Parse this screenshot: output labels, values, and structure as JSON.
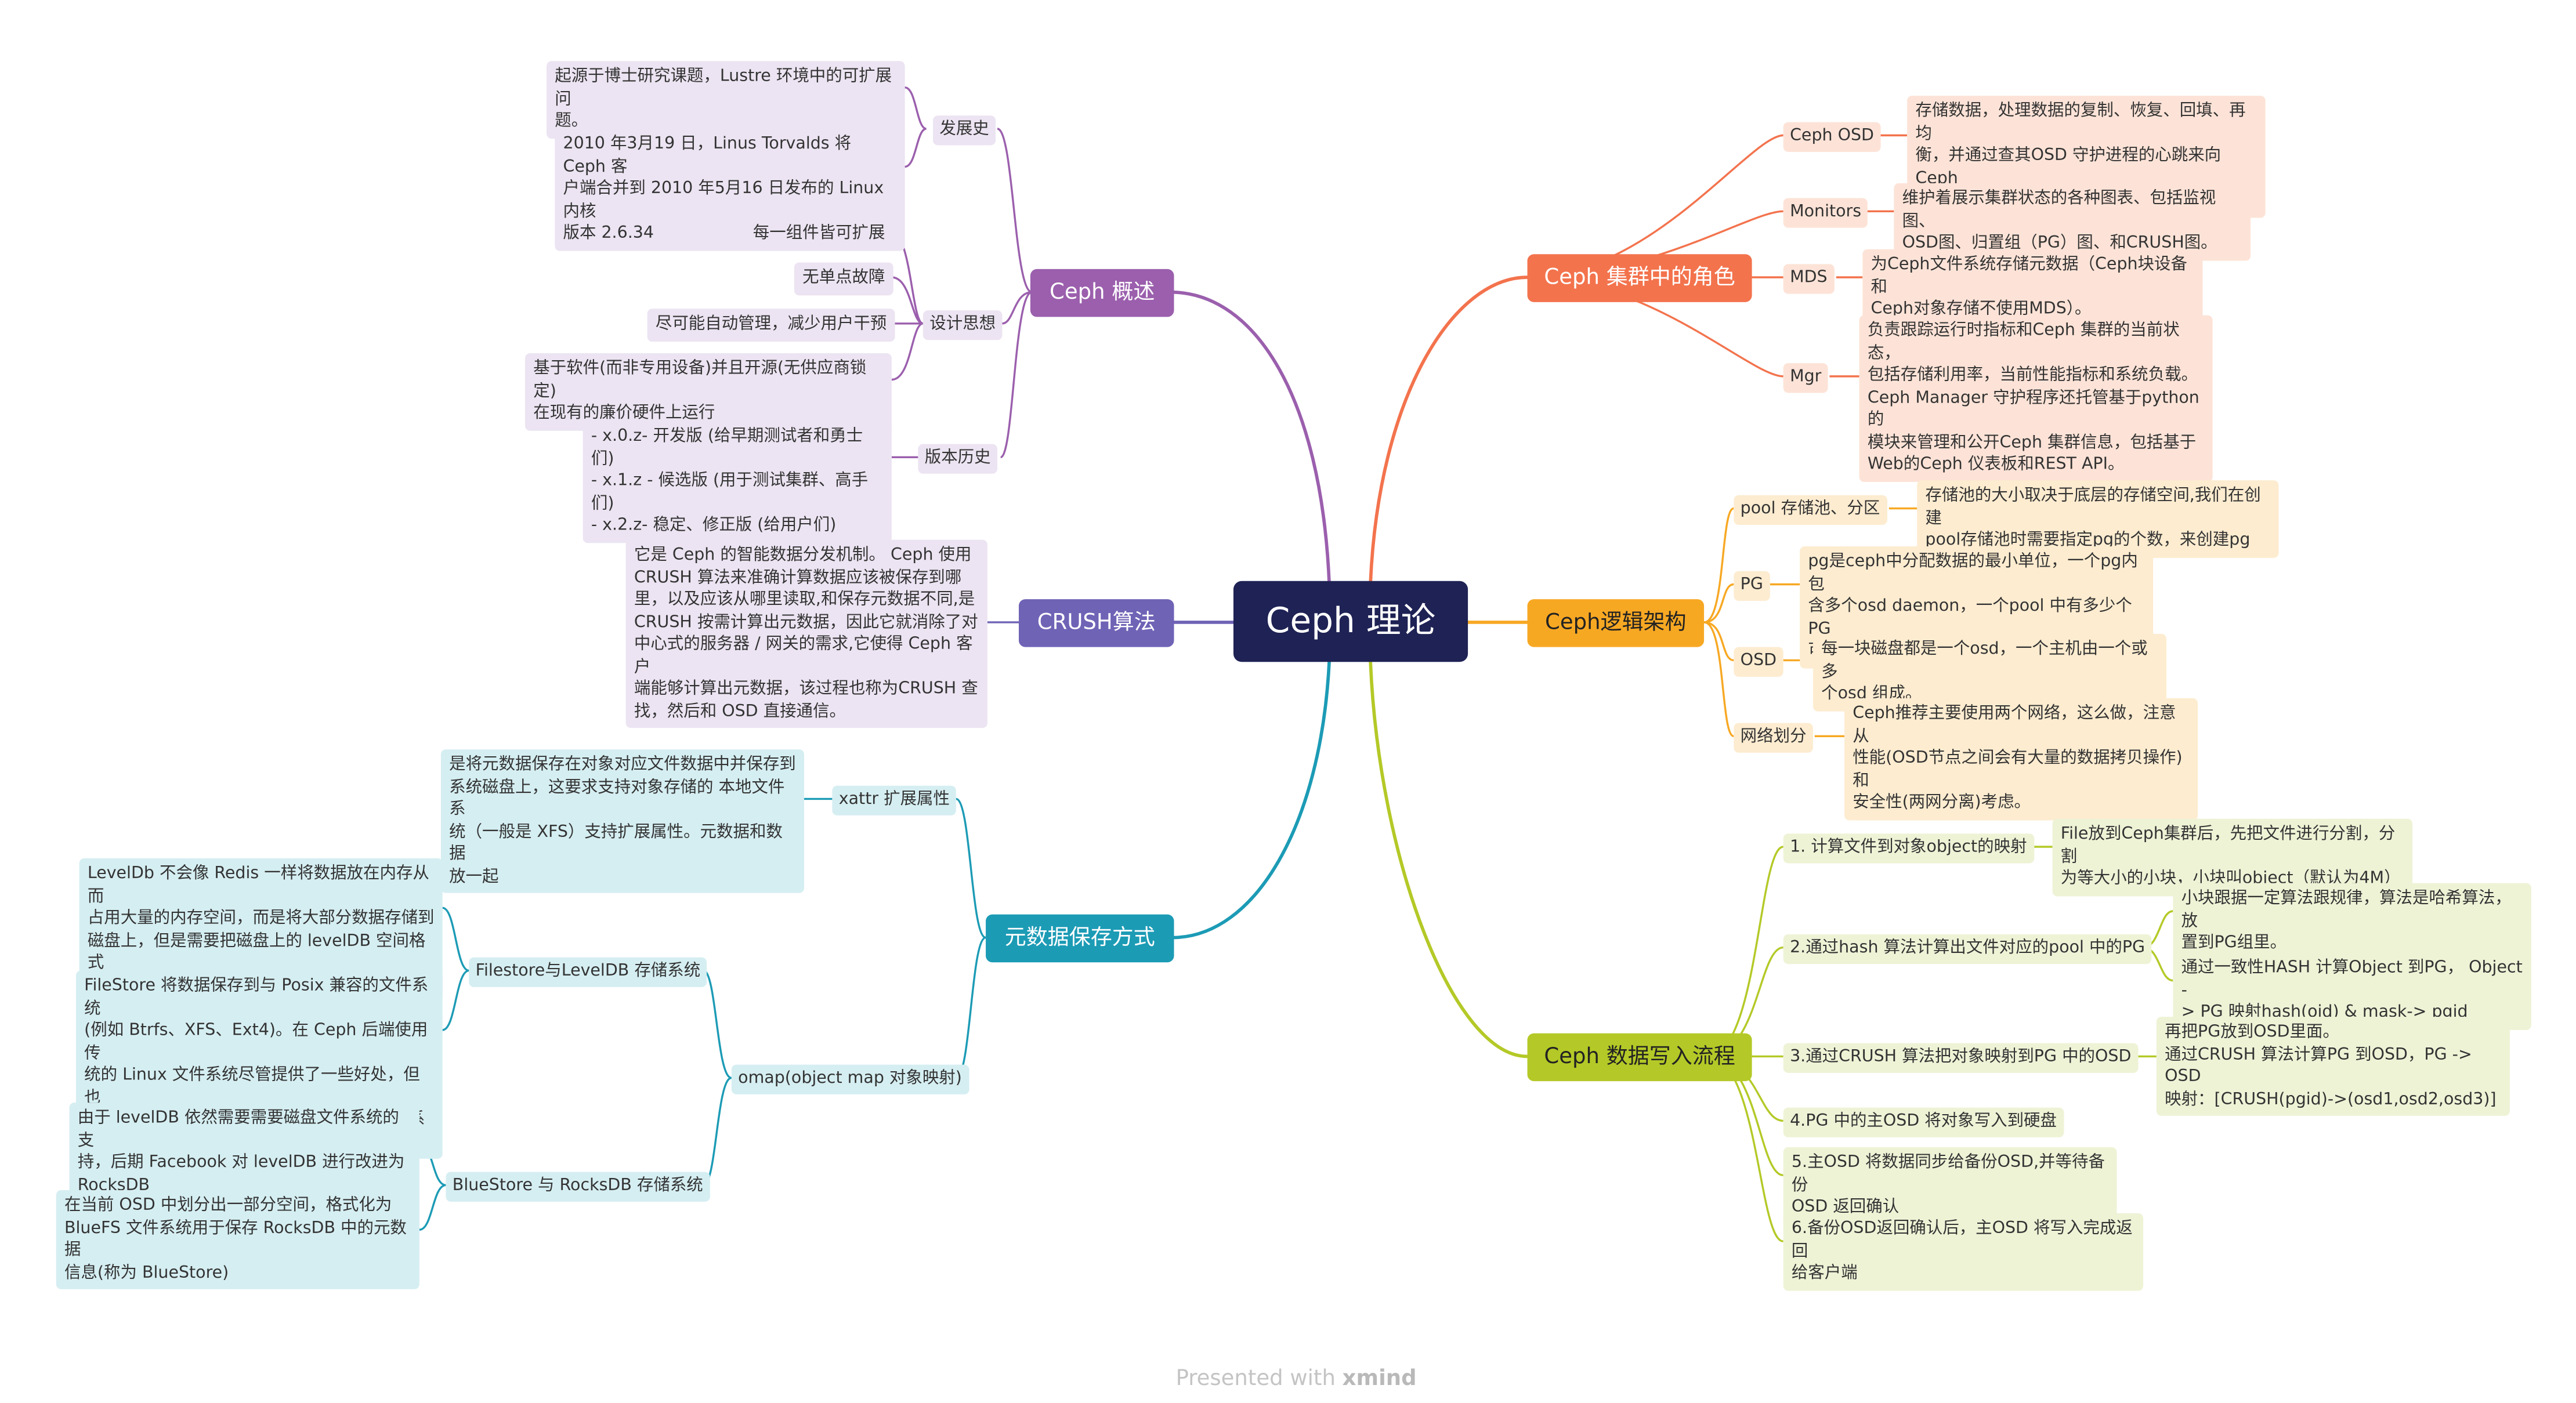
{
  "root": {
    "label": "Ceph 理论"
  },
  "branches": {
    "overview": {
      "label": "Ceph 概述",
      "history": {
        "label": "发展史",
        "items": [
          "起源于博士研究课题，Lustre 环境中的可扩展问\n题。",
          " 2010 年3月19 日，Linus Torvalds 将 Ceph 客\n户端合并到 2010 年5月16 日发布的 Linux 内核\n版本 2.6.34"
        ]
      },
      "design": {
        "label": "设计思想",
        "items": [
          "每一组件皆可扩展",
          "无单点故障",
          "尽可能自动管理，减少用户干预",
          "基于软件(而非专用设备)并且开源(无供应商锁定)\n在现有的廉价硬件上运行"
        ]
      },
      "versions": {
        "label": "版本历史",
        "items": [
          "- x.0.z- 开发版 (给早期测试者和勇士们)\n- x.1.z - 候选版 (用于测试集群、高手们)\n- x.2.z- 稳定、修正版 (给用户们)"
        ]
      }
    },
    "crush": {
      "label": "CRUSH算法",
      "text": "它是 Ceph 的智能数据分发机制。 Ceph 使用\nCRUSH 算法来准确计算数据应该被保存到哪\n里，以及应该从哪里读取,和保存元数据不同,是\nCRUSH 按需计算出元数据，因此它就消除了对\n中心式的服务器 / 网关的需求,它使得 Ceph 客户\n端能够计算出元数据，该过程也称为CRUSH 查\n找，然后和 OSD 直接通信。"
    },
    "metadata": {
      "label": "元数据保存方式",
      "xattr": {
        "label": "xattr 扩展属性",
        "text": "是将元数据保存在对象对应文件数据中并保存到\n系统磁盘上，这要求支持对象存储的 本地文件系\n统（一般是 XFS）支持扩展属性。元数据和数据\n放一起"
      },
      "omap": {
        "label": "omap(object map 对象映射)",
        "filestore": {
          "label": "Filestore与LevelDB 存储系统",
          "items": [
            "LevelDb 不会像 Redis 一样将数据放在内存从而\n占用大量的内存空间，而是将大部分数据存储到\n磁盘上，但是需要把磁盘上的 levelDB 空间格式\n化为文件系统(XFS).",
            "FileStore 将数据保存到与 Posix 兼容的文件系统\n(例如 Btrfs、XFS、Ext4)。在 Ceph 后端使用传\n统的 Linux 文件系统尽管提供了一些好处，但也\n有代价，如性能、 对象属性与磁盘本地文 件系\n统属性匹配存在限制等。"
          ]
        },
        "bluestore": {
          "label": "BlueStore 与 RocksDB 存储系统",
          "items": [
            "由于 levelDB 依然需要需要磁盘文件系统的支\n持，后期 Facebook 对 levelDB 进行改进为\nRocksDB",
            "在当前 OSD 中划分出一部分空间，格式化为\nBlueFS 文件系统用于保存 RocksDB 中的元数据\n信息(称为 BlueStore)"
          ]
        }
      }
    },
    "roles": {
      "label": "Ceph 集群中的角色",
      "items": [
        {
          "label": "Ceph OSD",
          "text": "存储数据，处理数据的复制、恢复、回填、再均\n衡，并通过查其OSD 守护进程的心跳来向Ceph\nMonitors 提供一些监控信息。"
        },
        {
          "label": "Monitors",
          "text": "维护着展示集群状态的各种图表、包括监视图、\nOSD图、归置组（PG）图、和CRUSH图。"
        },
        {
          "label": "MDS",
          "text": "为Ceph文件系统存储元数据（Ceph块设备和\nCeph对象存储不使用MDS）。"
        },
        {
          "label": "Mgr",
          "text": "负责跟踪运行时指标和Ceph 集群的当前状态，\n包括存储利用率，当前性能指标和系统负载。\nCeph Manager 守护程序还托管基于python 的\n模块来管理和公开Ceph 集群信息，包括基于\nWeb的Ceph 仪表板和REST API。"
        }
      ]
    },
    "logic": {
      "label": "Ceph逻辑架构",
      "items": [
        {
          "label": "pool 存储池、分区",
          "text": "存储池的大小取决于底层的存储空间,我们在创建\npool存储池时需要指定pg的个数，来创建pg"
        },
        {
          "label": "PG",
          "text": "pg是ceph中分配数据的最小单位，一个pg内包\n含多个osd daemon，一个pool 中有多少个PG\n可以通过公式计算。"
        },
        {
          "label": "OSD",
          "text": "每一块磁盘都是一个osd，一个主机由一个或多\n个osd 组成。"
        },
        {
          "label": "网络划分",
          "text": "Ceph推荐主要使用两个网络，这么做，注意从\n性能(OSD节点之间会有大量的数据拷贝操作)和\n安全性(两网分离)考虑。"
        }
      ]
    },
    "write": {
      "label": "Ceph 数据写入流程",
      "steps": [
        {
          "label": "1. 计算文件到对象object的映射",
          "details": [
            "File放到Ceph集群后，先把文件进行分割，分割\n为等大小的小块，小块叫object（默认为4M）"
          ]
        },
        {
          "label": "2.通过hash 算法计算出文件对应的pool 中的PG",
          "details": [
            "小块跟据一定算法跟规律，算法是哈希算法，放\n置到PG组里。",
            "通过一致性HASH 计算Object 到PG， Object -\n> PG 映射hash(oid) & mask-> pgid"
          ]
        },
        {
          "label": "3.通过CRUSH 算法把对象映射到PG 中的OSD",
          "details": [
            "再把PG放到OSD里面。\n通过CRUSH 算法计算PG 到OSD，PG -> OSD\n映射：[CRUSH(pgid)->(osd1,osd2,osd3)]"
          ]
        },
        {
          "label": "4.PG 中的主OSD 将对象写入到硬盘",
          "details": []
        },
        {
          "label": "5.主OSD 将数据同步给备份OSD,并等待备份\nOSD 返回确认",
          "details": []
        },
        {
          "label": "6.备份OSD返回确认后，主OSD 将写入完成返回\n给客户端",
          "details": []
        }
      ]
    }
  },
  "footer": {
    "prefix": "Presented with ",
    "brand": "xmind"
  },
  "colors": {
    "root": "#1e2254",
    "overview": "#9b5fad",
    "crush": "#6f63b6",
    "metadata": "#1c9bb5",
    "roles": "#f3734d",
    "logic": "#f7a823",
    "write": "#b4c927"
  }
}
